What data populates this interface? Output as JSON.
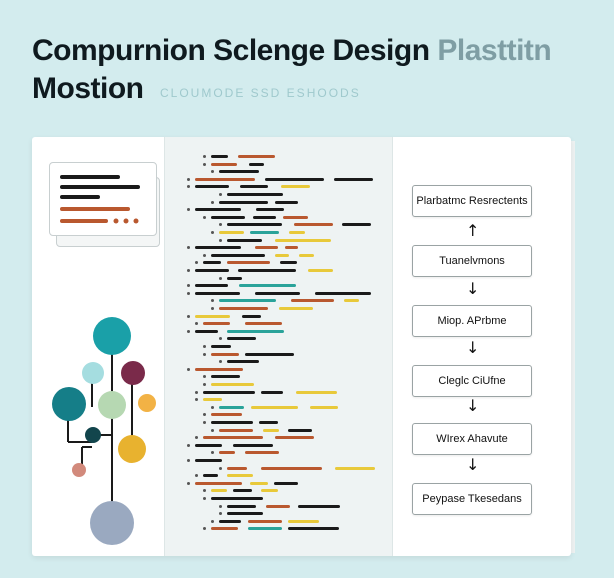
{
  "header": {
    "title_main": "Compurnion Sclenge Design ",
    "title_accent": "Plasttitn",
    "title_line2": "Mostion",
    "subtitle": "CLOUMODE SSD ESHOODS"
  },
  "colors": {
    "background": "#d3ecee",
    "panel": "#ffffff",
    "code_bg": "#eef3f3",
    "orange": "#b9582f",
    "yellow": "#e8c93a",
    "black": "#1a1a1a",
    "teal": "#2aa39a",
    "green": "#5aa75a"
  },
  "document_card": {
    "icon": "document-icon"
  },
  "tree": {
    "icon": "node-tree-icon",
    "nodes": [
      {
        "name": "node-teal-top",
        "color": "#1aa0a8"
      },
      {
        "name": "node-light-teal",
        "color": "#a5dde0"
      },
      {
        "name": "node-plum",
        "color": "#7a2a4a"
      },
      {
        "name": "node-teal-large",
        "color": "#157e88"
      },
      {
        "name": "node-sage",
        "color": "#b6d8b2"
      },
      {
        "name": "node-orange",
        "color": "#f2b245"
      },
      {
        "name": "node-dark-teal",
        "color": "#12454c"
      },
      {
        "name": "node-yellow",
        "color": "#e8b22f"
      },
      {
        "name": "node-rose",
        "color": "#d28a7c"
      },
      {
        "name": "node-slate",
        "color": "#9aa9c0"
      }
    ]
  },
  "flowchart": {
    "steps": [
      {
        "label": "Plarbatmc Resrectents"
      },
      {
        "label": "Tuanelvmons"
      },
      {
        "label": "Miop. APrbme"
      },
      {
        "label": "Cleglc CiUfne"
      },
      {
        "label": "WIrex Ahavute"
      },
      {
        "label": "Peypase Tkesedans"
      }
    ],
    "arrows": [
      "↑",
      "↓",
      "↓",
      "↓",
      "↓"
    ]
  }
}
